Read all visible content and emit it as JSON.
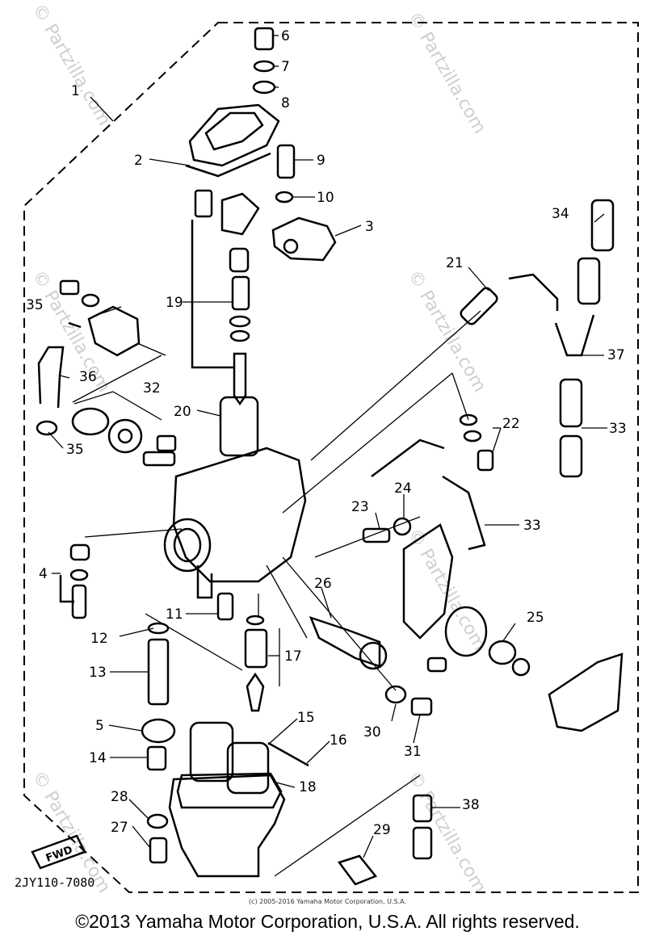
{
  "diagram": {
    "part_code": "2JY110-7080",
    "fwd_label": "FWD",
    "watermark": "© Partzilla.com",
    "small_copyright": "(c) 2005-2016 Yamaha Motor Corporation, U.S.A.",
    "footer_copyright": "©2013 Yamaha Motor Corporation, U.S.A. All rights reserved.",
    "callouts": [
      "1",
      "2",
      "3",
      "4",
      "5",
      "6",
      "7",
      "8",
      "9",
      "10",
      "11",
      "12",
      "13",
      "14",
      "15",
      "16",
      "17",
      "18",
      "19",
      "20",
      "21",
      "22",
      "23",
      "24",
      "25",
      "26",
      "27",
      "28",
      "29",
      "30",
      "31",
      "32",
      "33",
      "33",
      "34",
      "35",
      "35",
      "36",
      "37",
      "38"
    ]
  }
}
